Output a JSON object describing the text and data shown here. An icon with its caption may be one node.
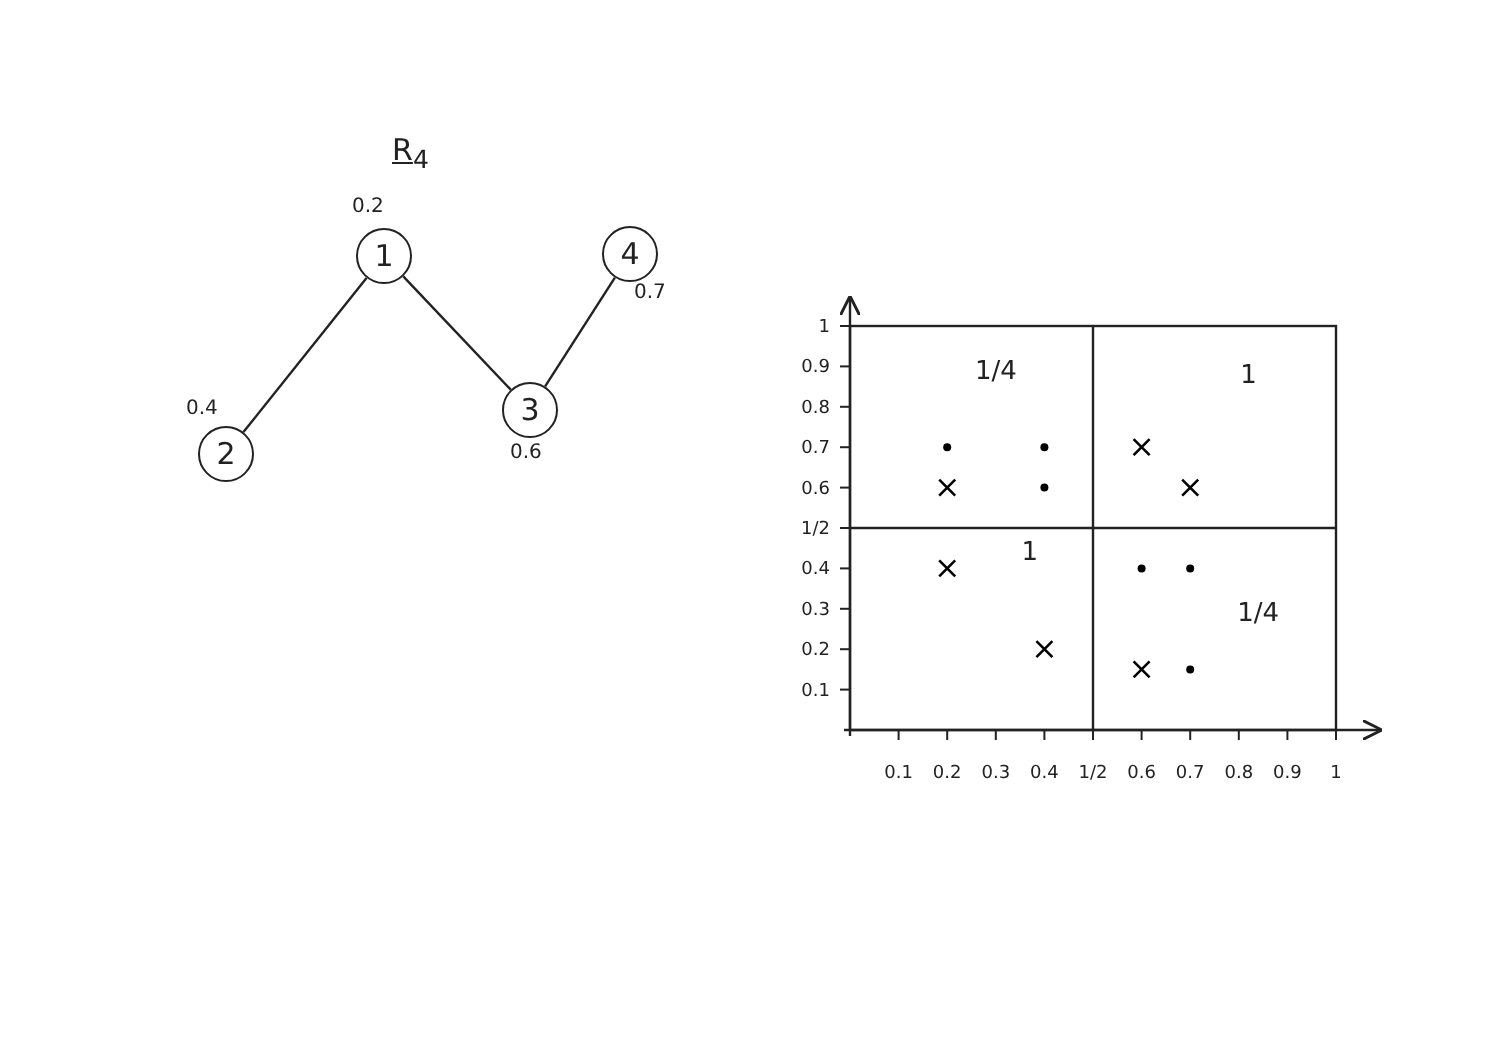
{
  "diagram": {
    "title": "R$_{4}$",
    "nodes": [
      {
        "text": [
          "1"
        ],
        "beside": [
          "0.2"
        ]
      },
      {
        "text": [
          "2"
        ],
        "beside": [
          "0.4"
        ]
      },
      {
        "text": [
          "3"
        ],
        "beside": [
          "0.6"
        ]
      },
      {
        "text": [
          "4"
        ],
        "beside": [
          "0.7"
        ]
      }
    ],
    "edges": [
      {
        "from": 0,
        "to": 1,
        "arrow": "none"
      },
      {
        "from": 0,
        "to": 2,
        "arrow": "none"
      },
      {
        "from": 2,
        "to": 3,
        "arrow": "none"
      }
    ],
    "chart_data": {
      "type": "scatter",
      "xlim": [
        0,
        1
      ],
      "ylim": [
        0,
        1
      ],
      "xticks": [
        0.1,
        0.2,
        0.3,
        0.4,
        {
          "value": 0.5,
          "label": "1/2"
        },
        0.6,
        0.7,
        0.8,
        0.9,
        1
      ],
      "yticks": [
        0.1,
        0.2,
        0.3,
        0.4,
        {
          "value": 0.5,
          "label": "1/2"
        },
        0.6,
        0.7,
        0.8,
        0.9,
        1
      ],
      "x": [
        0.2,
        0.2,
        0.4,
        0.6,
        0.7,
        0.6,
        0.2,
        0.4,
        0.4,
        0.6,
        0.7,
        0.7
      ],
      "series": [
        {
          "color": "#000000",
          "marker": "x",
          "values": [
            0.6,
            0.4,
            0.2,
            0.7,
            0.6,
            0.15,
            null,
            null,
            null,
            null,
            null,
            null
          ]
        },
        {
          "color": "#000000",
          "marker": "dot",
          "values": [
            null,
            null,
            null,
            null,
            null,
            null,
            0.7,
            0.7,
            0.6,
            0.4,
            0.4,
            0.15
          ]
        }
      ],
      "annotations": [
        "1/4",
        "1",
        "1",
        "1/4"
      ]
    }
  }
}
